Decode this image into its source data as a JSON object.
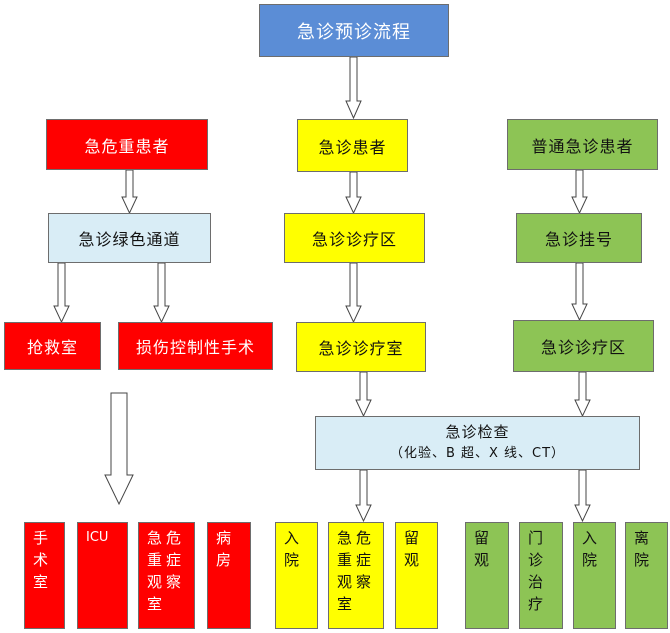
{
  "title": "急诊预诊流程",
  "column_left": {
    "header": "急危重患者",
    "channel": "急诊绿色通道",
    "rescue_room": "抢救室",
    "damage_control": "损伤控制性手术",
    "outcomes": [
      "手术室",
      "ICU",
      "急危重症观察室",
      "病房"
    ]
  },
  "column_middle": {
    "header": "急诊患者",
    "area": "急诊诊疗区",
    "room": "急诊诊疗室",
    "outcomes": [
      "入院",
      "急危重症观察室",
      "留观"
    ]
  },
  "column_right": {
    "header": "普通急诊患者",
    "register": "急诊挂号",
    "area": "急诊诊疗区",
    "outcomes": [
      "留观",
      "门诊治疗",
      "入院",
      "离院"
    ]
  },
  "exam": {
    "title": "急诊检查",
    "subtitle": "（化验、B 超、X 线、CT）"
  },
  "colors": {
    "red": "#ff0000",
    "yellow": "#ffff00",
    "green": "#8dc455",
    "blue": "#5b8dd6",
    "light_blue": "#d9edf6"
  }
}
